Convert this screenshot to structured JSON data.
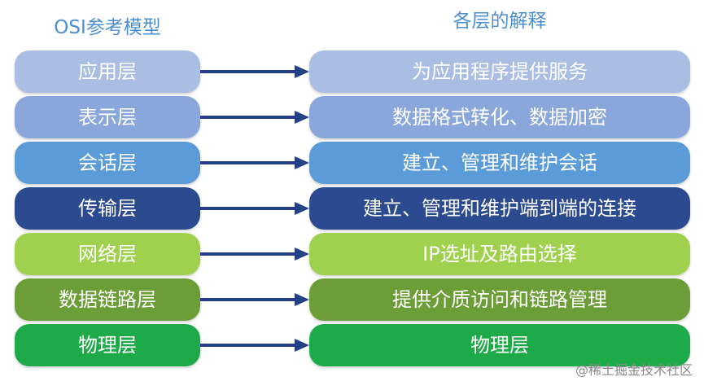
{
  "headers": {
    "left": "OSI参考模型",
    "right": "各层的解释"
  },
  "rows": [
    {
      "layer": "应用层",
      "desc": "为应用程序提供服务",
      "color": "#aabde3"
    },
    {
      "layer": "表示层",
      "desc": "数据格式转化、数据加密",
      "color": "#8aa7dc"
    },
    {
      "layer": "会话层",
      "desc": "建立、管理和维护会话",
      "color": "#5b9cd8"
    },
    {
      "layer": "传输层",
      "desc": "建立、管理和维护端到端的连接",
      "color": "#2b4a8f"
    },
    {
      "layer": "网络层",
      "desc": "IP选址及路由选择",
      "color": "#9fd14e"
    },
    {
      "layer": "数据链路层",
      "desc": "提供介质访问和链路管理",
      "color": "#6b9e36"
    },
    {
      "layer": "物理层",
      "desc": "物理层",
      "color": "#1faa4a"
    }
  ],
  "arrow_color": "#233f86",
  "watermark": "@稀土掘金技术社区"
}
